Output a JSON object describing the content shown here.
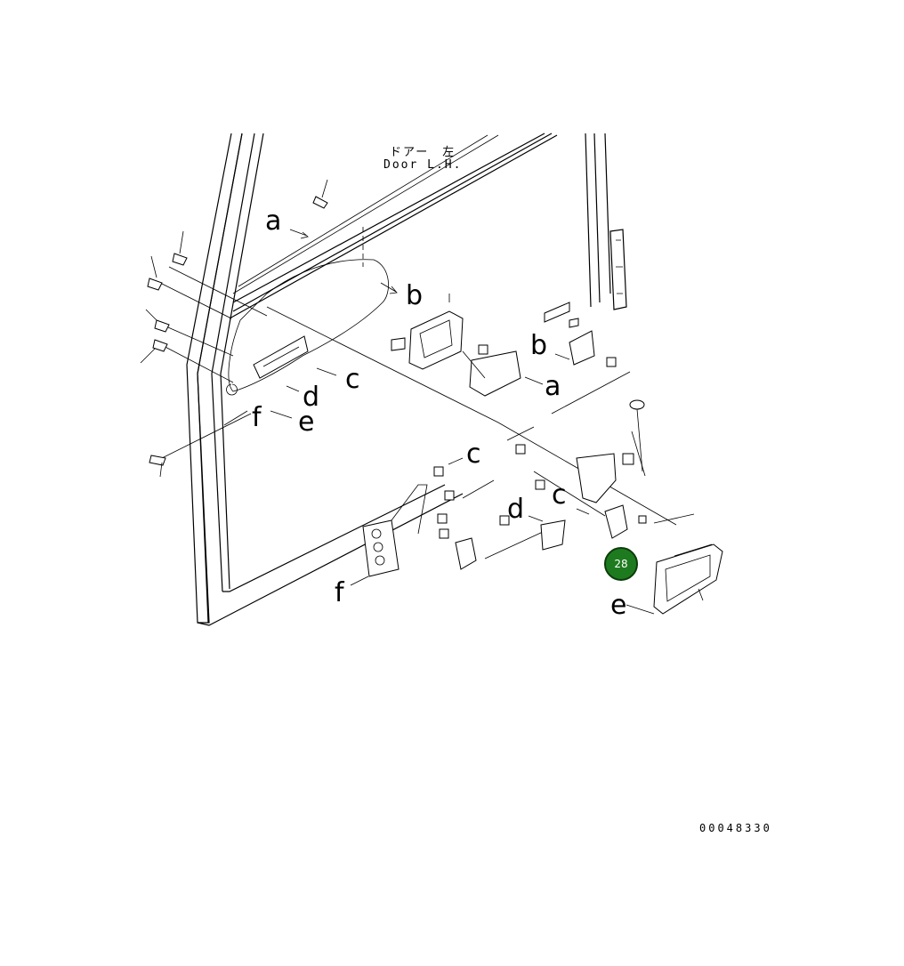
{
  "diagram": {
    "title_jp": "ドアー　左",
    "title_en": "Door L.H.",
    "drawing_number": "00048330",
    "callouts": [
      {
        "label": "28",
        "highlight_color": "#1e7a1e"
      }
    ],
    "reference_letters": [
      "a",
      "b",
      "c",
      "d",
      "e",
      "f"
    ]
  }
}
